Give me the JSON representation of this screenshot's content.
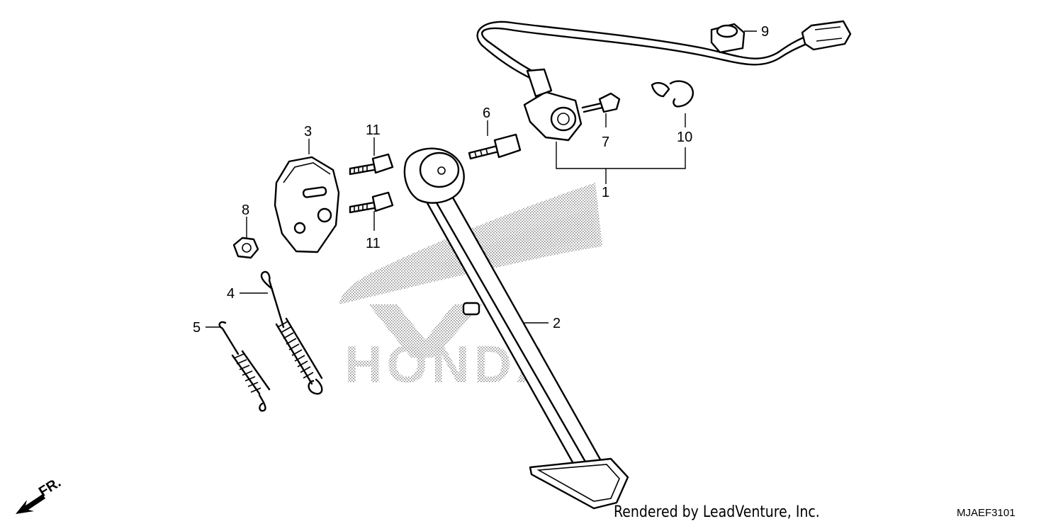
{
  "diagram": {
    "watermark": "HONDA",
    "direction_label": "FR.",
    "callouts": {
      "c1": "1",
      "c2": "2",
      "c3": "3",
      "c4": "4",
      "c5": "5",
      "c6": "6",
      "c7": "7",
      "c8": "8",
      "c9": "9",
      "c10": "10",
      "c11a": "11",
      "c11b": "11"
    }
  },
  "footer": {
    "credit": "Rendered by LeadVenture, Inc.",
    "code": "MJAEF3101"
  }
}
